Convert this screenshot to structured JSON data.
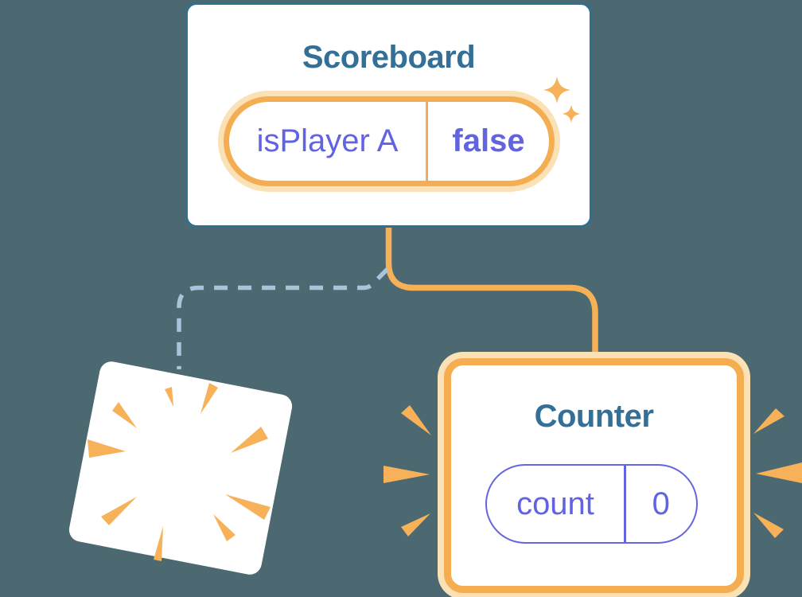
{
  "diagram_title": "component-state-preservation-diagram",
  "background_color": "#4C6971",
  "scoreboard": {
    "title": "Scoreboard",
    "state_pill": {
      "name": "isPlayer A",
      "value": "false"
    }
  },
  "counter": {
    "title": "Counter",
    "state_pill": {
      "name": "count",
      "value": "0"
    }
  },
  "connectors": {
    "solid_branch": "scoreboard-to-counter",
    "dashed_branch": "scoreboard-to-destroyed-card"
  },
  "icons": {
    "sparkle": "four-point-star",
    "burst": "emphasis-ray-wedge",
    "poof": "radial-burst"
  },
  "colors": {
    "background": "#4C6971",
    "card_fill": "#FFFFFF",
    "scoreboard_border_blue": "#2F7092",
    "title_blue": "#336F96",
    "state_purple": "#6163E2",
    "pill_purple_border": "#6366E0",
    "accent_orange": "#F5AD52",
    "orange_glow": "#FAE1B6",
    "burst_orange": "#F6B159",
    "dashed_line_blue": "#A6C4DA"
  }
}
